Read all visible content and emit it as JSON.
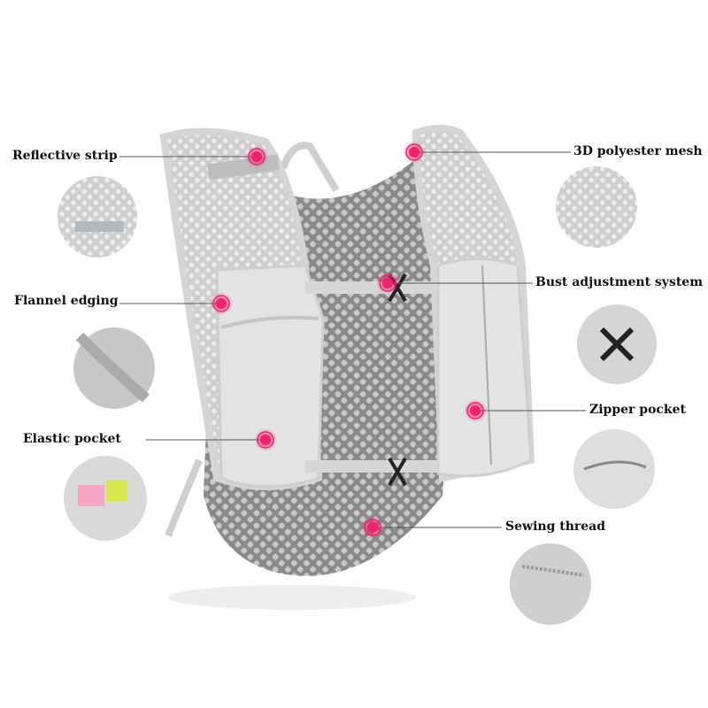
{
  "callouts": [
    {
      "label": "Reflective strip",
      "feature": "reflective-strip"
    },
    {
      "label": "3D polyester mesh",
      "feature": "polyester-mesh"
    },
    {
      "label": "Flannel edging",
      "feature": "flannel-edging"
    },
    {
      "label": "Bust adjustment system",
      "feature": "bust-adjustment"
    },
    {
      "label": "Elastic pocket",
      "feature": "elastic-pocket"
    },
    {
      "label": "Zipper pocket",
      "feature": "zipper-pocket"
    },
    {
      "label": "Sewing thread",
      "feature": "sewing-thread"
    }
  ],
  "colors": {
    "marker": "#f0226e",
    "vest": "#d8d8d8",
    "mesh": "#8e8e8e",
    "line": "#555555"
  }
}
